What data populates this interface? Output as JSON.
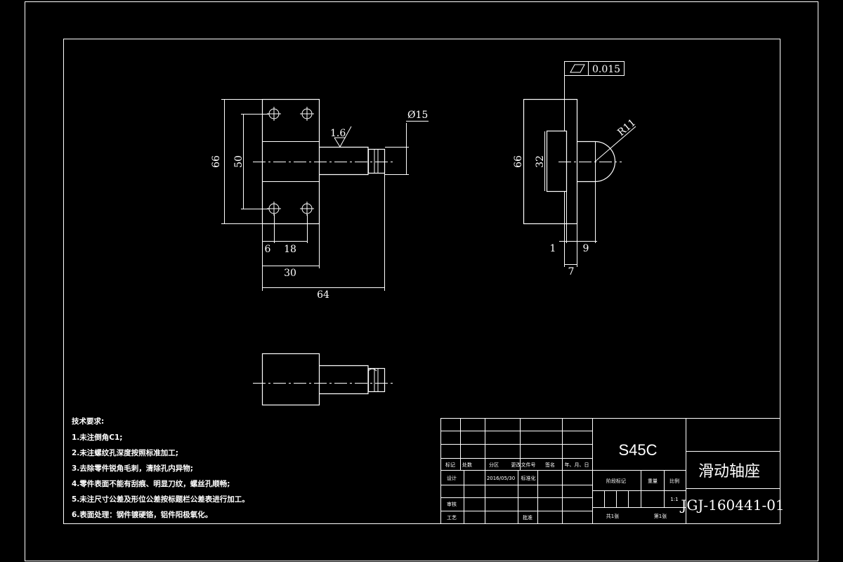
{
  "drawing": {
    "dims": {
      "front_height": "66",
      "front_hole_span": "50",
      "front_hole_offset": "6",
      "front_hole_pitch": "18",
      "front_block_width": "30",
      "front_total_length": "64",
      "shaft_diameter": "Ø15",
      "roughness": "1.6",
      "side_height": "66",
      "side_slot": "32",
      "side_radius": "R11",
      "side_dim_1": "1",
      "side_dim_9": "9",
      "side_dim_7": "7",
      "flatness_value": "0.015"
    },
    "tech_requirements": {
      "title": "技术要求:",
      "items": [
        "1.未注倒角C1;",
        "2.未注螺纹孔深度按照标准加工;",
        "3.去除零件锐角毛刺，清除孔内异物;",
        "4.零件表面不能有刮痕、明显刀纹，螺丝孔顺畅;",
        "5.未注尺寸公差及形位公差按标题栏公差表进行加工。",
        "6.表面处理：钢件镀硬铬，铝件阳极氧化。"
      ]
    },
    "title_block": {
      "material": "S45C",
      "part_name": "滑动轴座",
      "drawing_no": "JGJ-160441-01",
      "scale": "1:1",
      "labels": {
        "mark": "标记",
        "count": "处数",
        "zone": "分区",
        "change_doc": "更改文件号",
        "sign": "签名",
        "date": "年、月、日",
        "design": "设计",
        "design_date": "2016/05/30",
        "standardize": "标准化",
        "review": "审核",
        "process": "工艺",
        "approve": "批准",
        "stage_mark": "阶段标记",
        "weight": "重量",
        "ratio": "比例",
        "sheets_total": "共1张",
        "sheet_no": "第1张"
      }
    }
  }
}
